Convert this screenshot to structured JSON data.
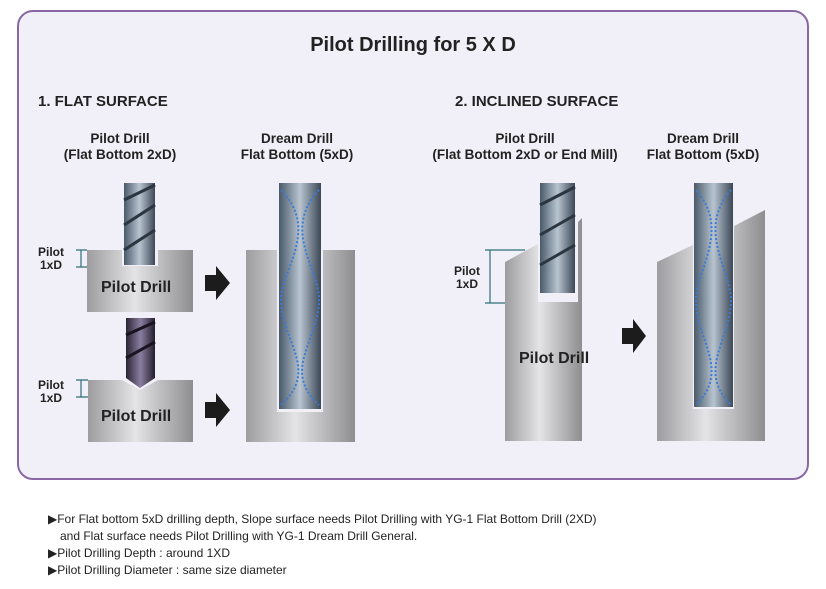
{
  "title": "Pilot Drilling for 5 X D",
  "sections": [
    {
      "heading": "1. FLAT SURFACE",
      "pilot_label": [
        "Pilot Drill",
        "(Flat Bottom 2xD)"
      ],
      "dream_label": [
        "Dream Drill",
        "Flat Bottom (5xD)"
      ]
    },
    {
      "heading": "2. INCLINED SURFACE",
      "pilot_label": [
        "Pilot Drill",
        "(Flat Bottom 2xD or End Mill)"
      ],
      "dream_label": [
        "Dream Drill",
        "Flat Bottom (5xD)"
      ]
    }
  ],
  "depth_marker": [
    "Pilot",
    "1xD"
  ],
  "block_label": "Pilot Drill",
  "notes": [
    "▶For Flat bottom 5xD drilling depth, Slope surface needs Pilot Drilling with YG-1 Flat Bottom Drill (2XD)",
    "and Flat surface needs Pilot Drilling with YG-1 Dream Drill General.",
    "▶Pilot Drilling Depth : around 1XD",
    "▶Pilot Drilling Diameter : same size diameter"
  ],
  "colors": {
    "border": "#8a68a6",
    "panel": "#f1eff7",
    "marker": "#2d6f7a",
    "helix": "#3a7bd5"
  }
}
